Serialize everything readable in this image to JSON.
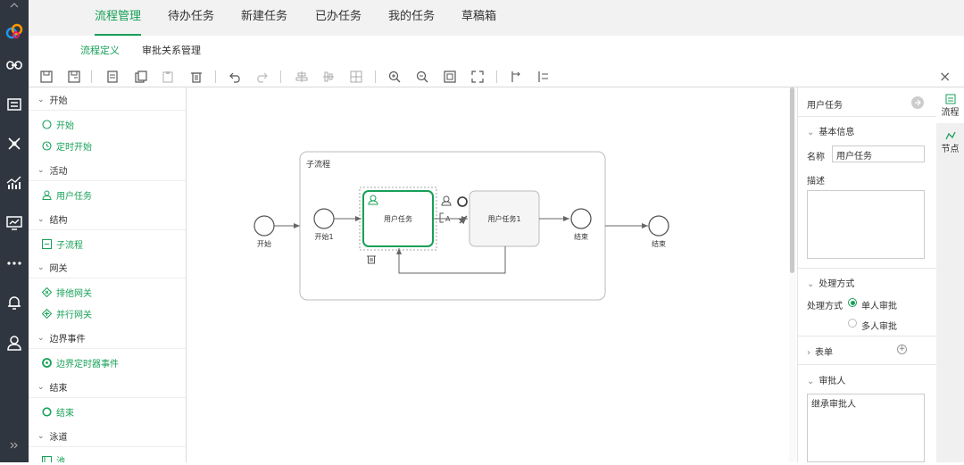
{
  "nav": {
    "tabs": [
      {
        "label": "流程管理",
        "active": true
      },
      {
        "label": "待办任务",
        "active": false
      },
      {
        "label": "新建任务",
        "active": false
      },
      {
        "label": "已办任务",
        "active": false
      },
      {
        "label": "我的任务",
        "active": false
      },
      {
        "label": "草稿箱",
        "active": false
      }
    ]
  },
  "subnav": {
    "tabs": [
      {
        "label": "流程定义",
        "active": true
      },
      {
        "label": "审批关系管理",
        "active": false
      }
    ]
  },
  "toolbar": {
    "icons": [
      "save-icon",
      "save-as-icon",
      "preview-icon",
      "copy-icon",
      "paste-icon",
      "delete-icon",
      "undo-icon",
      "redo-icon",
      "align-icon",
      "distribute-icon",
      "grid-icon",
      "zoom-in-icon",
      "zoom-out-icon",
      "fit-icon",
      "actual-size-icon",
      "layout-icon",
      "sequence-icon"
    ],
    "close_label": "×"
  },
  "palette": {
    "groups": [
      {
        "label": "开始",
        "items": [
          "开始",
          "定时开始"
        ]
      },
      {
        "label": "活动",
        "items": [
          "用户任务"
        ]
      },
      {
        "label": "结构",
        "items": [
          "子流程"
        ]
      },
      {
        "label": "网关",
        "items": [
          "排他网关",
          "并行网关"
        ]
      },
      {
        "label": "边界事件",
        "items": [
          "边界定时器事件"
        ]
      },
      {
        "label": "结束",
        "items": [
          "结束"
        ]
      },
      {
        "label": "泳道",
        "items": [
          "池"
        ]
      }
    ]
  },
  "diagram": {
    "subprocess_label": "子流程",
    "nodes": {
      "start_outer": "开始",
      "start_inner": "开始1",
      "task1": "用户任务",
      "task2": "用户任务1",
      "end_inner": "结束",
      "end_outer": "结束"
    },
    "accent": "#18a058"
  },
  "props": {
    "title": "用户任务",
    "basic_info": "基本信息",
    "name_label": "名称",
    "name_value": "用户任务",
    "desc_label": "描述",
    "handling_section": "处理方式",
    "handling_label": "处理方式",
    "option_single": "单人审批",
    "option_multi": "多人审批",
    "form_section": "表单",
    "approver_section": "审批人",
    "approver_value": "继承审批人"
  },
  "sidetabs": [
    {
      "label": "流程",
      "active": true
    },
    {
      "label": "节点",
      "active": false
    }
  ]
}
